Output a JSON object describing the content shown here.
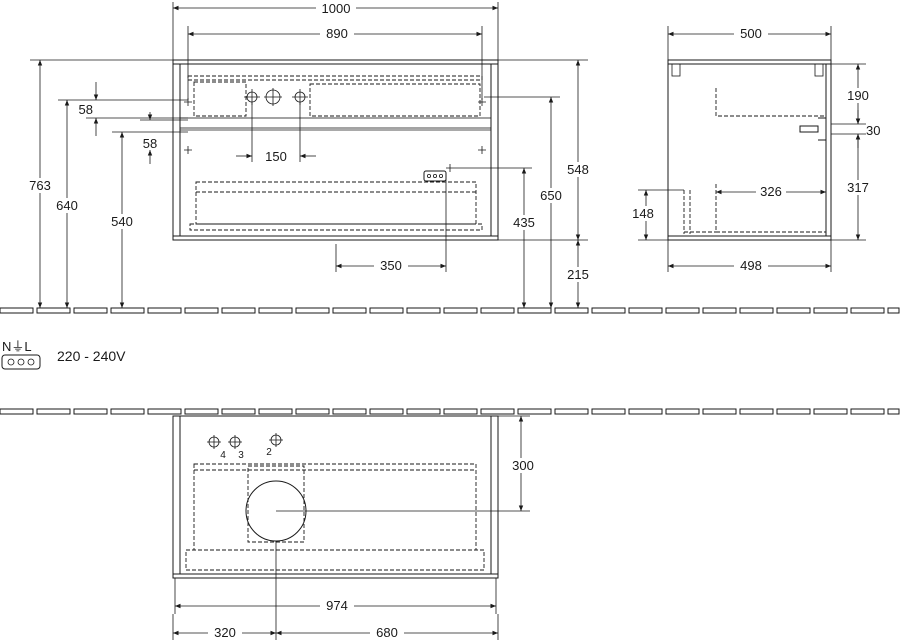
{
  "front_view": {
    "width_total": "1000",
    "width_inner": "890",
    "height_763": "763",
    "height_640": "640",
    "height_540": "540",
    "dim_58_a": "58",
    "dim_58_b": "58",
    "dim_150": "150",
    "dim_350": "350",
    "dim_435": "435",
    "dim_650": "650",
    "dim_548": "548",
    "dim_215": "215"
  },
  "side_view": {
    "depth_top": "500",
    "depth_bottom": "498",
    "dim_190": "190",
    "dim_30": "30",
    "dim_317": "317",
    "dim_326": "326",
    "dim_148": "148"
  },
  "electrical": {
    "symbol_text": "N⏚L",
    "voltage": "220 - 240V"
  },
  "top_view": {
    "dim_300": "300",
    "dim_974": "974",
    "dim_320": "320",
    "dim_680": "680",
    "connection_4": "4",
    "connection_3": "3",
    "connection_2": "2"
  }
}
